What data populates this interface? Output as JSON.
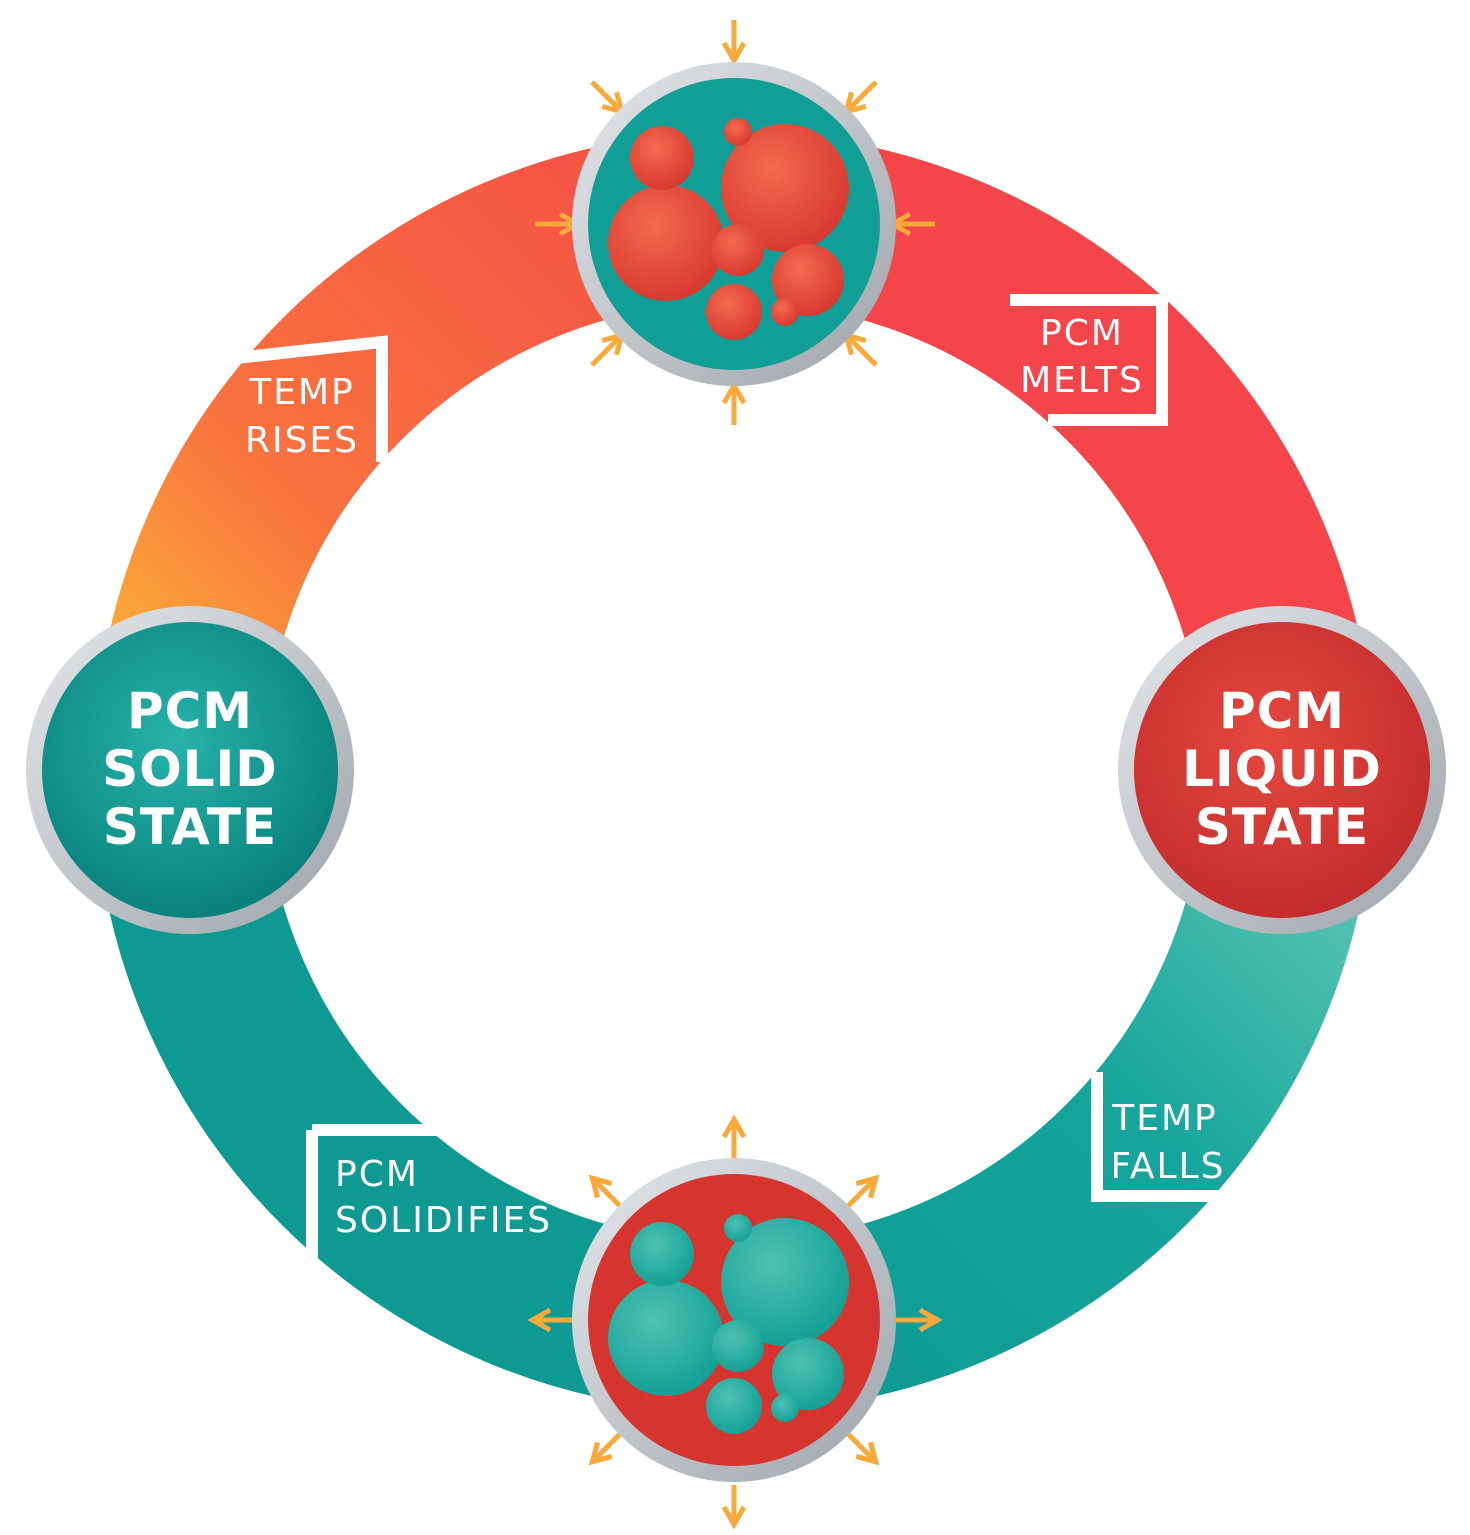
{
  "diagram": {
    "stages": {
      "temp_rises": {
        "line1": "TEMP",
        "line2": "RISES"
      },
      "pcm_melts": {
        "line1": "PCM",
        "line2": "MELTS"
      },
      "temp_falls": {
        "line1": "TEMP",
        "line2": "FALLS"
      },
      "pcm_solidifies": {
        "line1": "PCM",
        "line2": "SOLIDIFIES"
      }
    },
    "nodes": {
      "solid": {
        "line1": "PCM",
        "line2": "SOLID",
        "line3": "STATE"
      },
      "liquid": {
        "line1": "PCM",
        "line2": "LIQUID",
        "line3": "STATE"
      }
    },
    "colors": {
      "teal": "#0e9a93",
      "red": "#f4464a",
      "orange": "#f9733f",
      "yellow": "#fbb536",
      "arrow": "#f9a83a",
      "ring": "#c8ccd0"
    }
  }
}
